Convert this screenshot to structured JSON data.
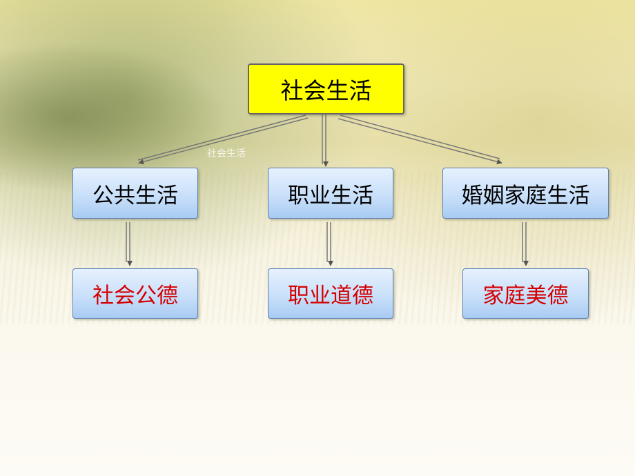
{
  "diagram": {
    "root": {
      "label": "社会生活"
    },
    "categories": [
      {
        "label": "公共生活",
        "virtue": "社会公德"
      },
      {
        "label": "职业生活",
        "virtue": "职业道德"
      },
      {
        "label": "婚姻家庭生活",
        "virtue": "家庭美德"
      }
    ],
    "faint_text": "社会生活",
    "colors": {
      "root_fill": "#ffff00",
      "box_fill": "#c9e0fa",
      "virtue_text": "#d40000",
      "arrow": "#555555"
    }
  }
}
